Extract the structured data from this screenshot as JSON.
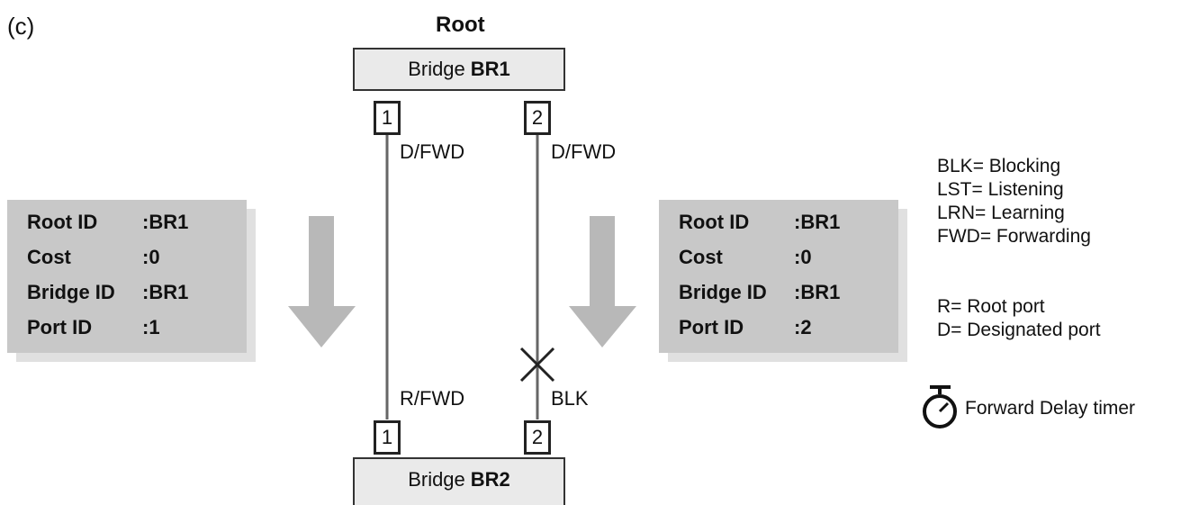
{
  "figure_label": "(c)",
  "root_label": "Root",
  "bridges": {
    "top": {
      "prefix": "Bridge",
      "name": "BR1"
    },
    "bottom": {
      "prefix": "Bridge",
      "name": "BR2"
    }
  },
  "ports": {
    "top_left": "1",
    "top_right": "2",
    "bottom_left": "1",
    "bottom_right": "2"
  },
  "port_states": {
    "top_left": "D/FWD",
    "top_right": "D/FWD",
    "bottom_left": "R/FWD",
    "bottom_right": "BLK"
  },
  "left_bpdu": {
    "rows": [
      {
        "key": "Root ID",
        "value": ":BR1"
      },
      {
        "key": "Cost",
        "value": ":0"
      },
      {
        "key": "Bridge ID",
        "value": ":BR1"
      },
      {
        "key": "Port ID",
        "value": ":1"
      }
    ]
  },
  "right_bpdu": {
    "rows": [
      {
        "key": "Root ID",
        "value": ":BR1"
      },
      {
        "key": "Cost",
        "value": ":0"
      },
      {
        "key": "Bridge ID",
        "value": ":BR1"
      },
      {
        "key": "Port ID",
        "value": ":2"
      }
    ]
  },
  "legend": {
    "states": [
      "BLK= Blocking",
      "LST= Listening",
      "LRN= Learning",
      "FWD= Forwarding"
    ],
    "roles": [
      "R= Root port",
      "D= Designated port"
    ],
    "timer": "Forward Delay timer"
  },
  "colors": {
    "panel": "#c8c8c8",
    "panel_shadow": "#e0e0e0",
    "bridge_fill": "#eaeaea",
    "arrow": "#b5b5b5",
    "line": "#666666"
  }
}
